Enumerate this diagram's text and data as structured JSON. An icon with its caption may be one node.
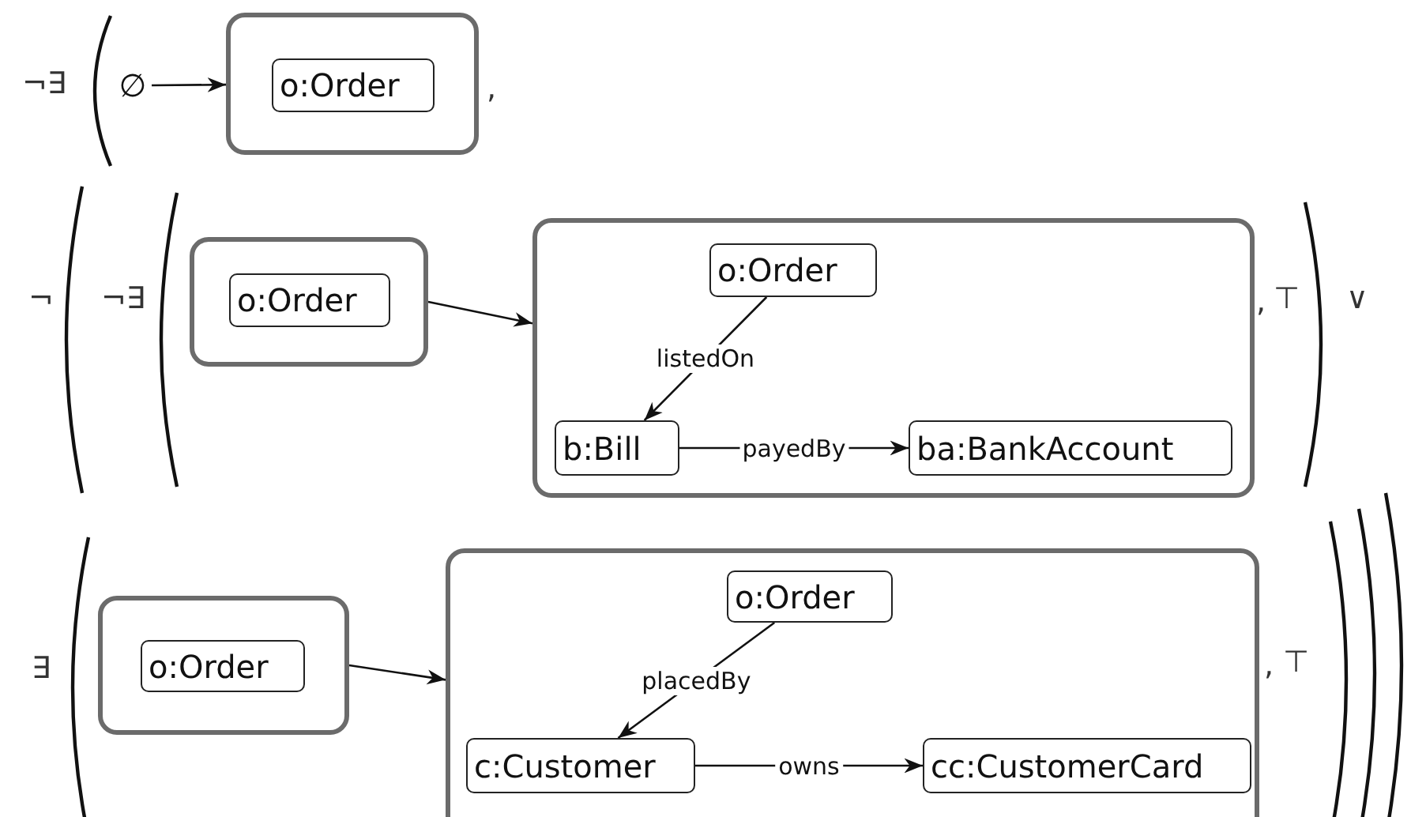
{
  "diagram": {
    "nodes": [
      {
        "text": [
          "∅"
        ]
      },
      {
        "text": [],
        "shape": "box"
      },
      {
        "text": [
          "o:Order"
        ],
        "in": 1
      },
      {
        "text": [],
        "shape": "box"
      },
      {
        "text": [
          "o:Order"
        ],
        "in": 3
      },
      {
        "text": [],
        "shape": "box"
      },
      {
        "text": [
          "o:Order"
        ],
        "in": 5
      },
      {
        "text": [
          "b:Bill"
        ],
        "in": 5
      },
      {
        "text": [
          "ba:BankAccount"
        ],
        "in": 5
      },
      {
        "text": [],
        "shape": "box"
      },
      {
        "text": [
          "o:Order"
        ],
        "in": 9
      },
      {
        "text": [],
        "shape": "box"
      },
      {
        "text": [
          "o:Order"
        ],
        "in": 11
      },
      {
        "text": [
          "c:Customer"
        ],
        "in": 11
      },
      {
        "text": [
          "cc:CustomerCard"
        ],
        "in": 11
      }
    ],
    "edges": [
      {
        "from": 0,
        "to": 1,
        "arrow": "to"
      },
      {
        "from": 3,
        "to": 5,
        "arrow": "to"
      },
      {
        "from": 6,
        "to": 7,
        "label": "listedOn",
        "arrow": "to"
      },
      {
        "from": 7,
        "to": 8,
        "label": "payedBy",
        "arrow": "to"
      },
      {
        "from": 9,
        "to": 11,
        "arrow": "to"
      },
      {
        "from": 12,
        "to": 13,
        "label": "placedBy",
        "arrow": "to"
      },
      {
        "from": 13,
        "to": 14,
        "label": "owns",
        "arrow": "to"
      }
    ],
    "labels": [
      "¬∃",
      ",",
      "¬",
      "¬∃",
      ",",
      "⊤",
      "∨",
      "∃",
      ",",
      "⊤"
    ]
  }
}
